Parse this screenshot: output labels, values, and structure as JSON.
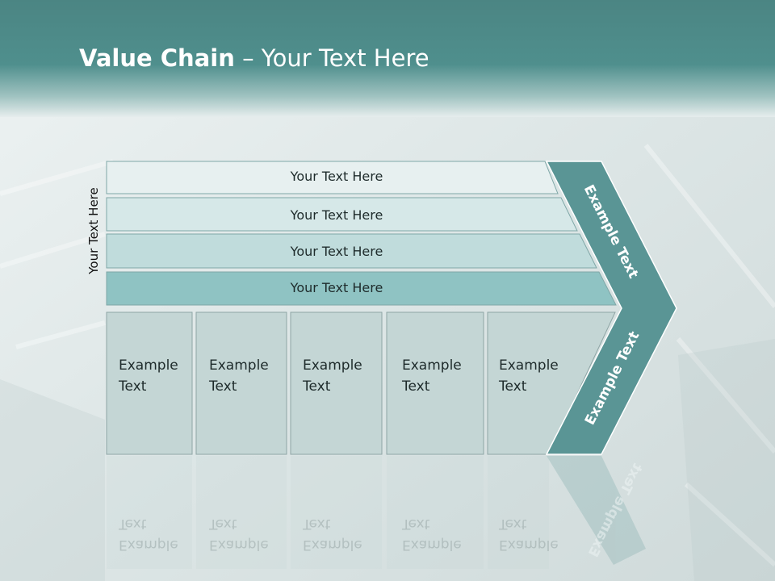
{
  "title": {
    "bold": "Value Chain",
    "rest": " – Your Text Here"
  },
  "side_label": "Your Text Here",
  "rows": [
    {
      "label": "Your Text Here"
    },
    {
      "label": "Your Text Here"
    },
    {
      "label": "Your Text Here"
    },
    {
      "label": "Your Text Here"
    }
  ],
  "boxes": [
    {
      "line1": "Example",
      "line2": "Text"
    },
    {
      "line1": "Example",
      "line2": "Text"
    },
    {
      "line1": "Example",
      "line2": "Text"
    },
    {
      "line1": "Example",
      "line2": "Text"
    },
    {
      "line1": "Example",
      "line2": "Text"
    }
  ],
  "arrow": {
    "upper": "Example Text",
    "lower": "Example Text"
  },
  "colors": {
    "header": "#4f8f8d",
    "row1": "#e7f0f0",
    "row2": "#d6e8e8",
    "row3": "#c0dcdc",
    "row4": "#8fc3c3",
    "box": "#c4d6d5",
    "arrow": "#5a9595"
  }
}
